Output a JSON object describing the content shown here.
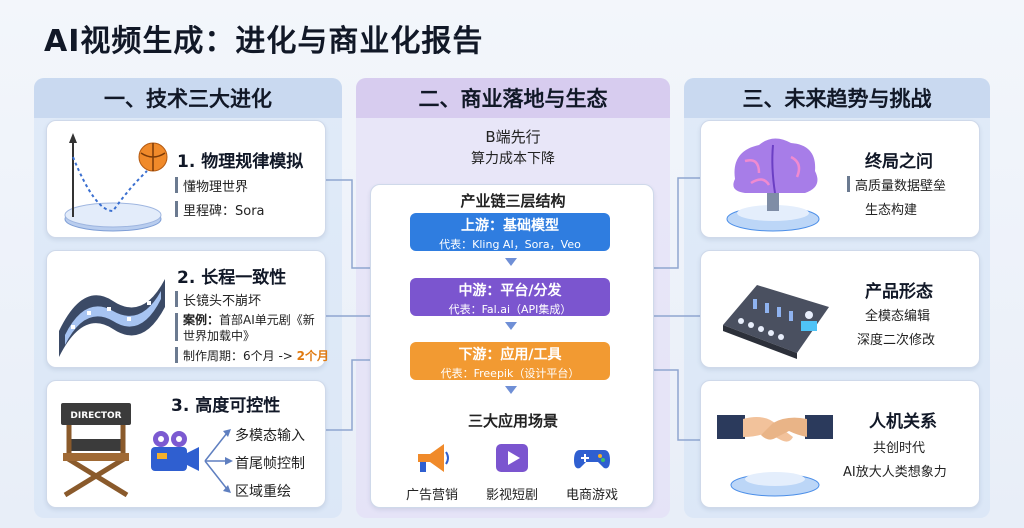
{
  "title": "AI视频生成：进化与商业化报告",
  "columns": [
    {
      "header": "一、技术三大进化"
    },
    {
      "header": "二、商业落地与生态"
    },
    {
      "header": "三、未来趋势与挑战"
    }
  ],
  "evolution": {
    "card1": {
      "title": "1. 物理规律模拟",
      "line1": "懂物理世界",
      "line2": "里程碑：Sora"
    },
    "card2": {
      "title": "2. 长程一致性",
      "line1": "长镜头不崩坏",
      "case_label": "案例：",
      "case_text1": "首部AI单元剧《新",
      "case_text2": "世界加载中》",
      "cycle_label": "制作周期：",
      "cycle_from": "6个月 -> ",
      "cycle_to": "2个月"
    },
    "card3": {
      "title": "3. 高度可控性",
      "items": [
        "多模态输入",
        "首尾帧控制",
        "区域重绘"
      ],
      "board_text": "DIRECTOR"
    }
  },
  "commerce": {
    "b_side": "B端先行",
    "cost": "算力成本下降",
    "structure_title": "产业链三层结构",
    "upstream": {
      "title": "上游：基础模型",
      "rep": "代表：Kling AI，Sora，Veo"
    },
    "midstream": {
      "title": "中游：平台/分发",
      "rep": "代表：Fal.ai（API集成）"
    },
    "downstream": {
      "title": "下游：应用/工具",
      "rep": "代表：Freepik（设计平台）"
    },
    "scenarios_title": "三大应用场景",
    "scenarios": [
      "广告营销",
      "影视短剧",
      "电商游戏"
    ]
  },
  "future": {
    "card1": {
      "title": "终局之问",
      "line1": "高质量数据壁垒",
      "line2": "生态构建"
    },
    "card2": {
      "title": "产品形态",
      "line1": "全模态编辑",
      "line2": "深度二次修改"
    },
    "card3": {
      "title": "人机关系",
      "line1": "共创时代",
      "line2": "AI放大人类想象力"
    }
  }
}
